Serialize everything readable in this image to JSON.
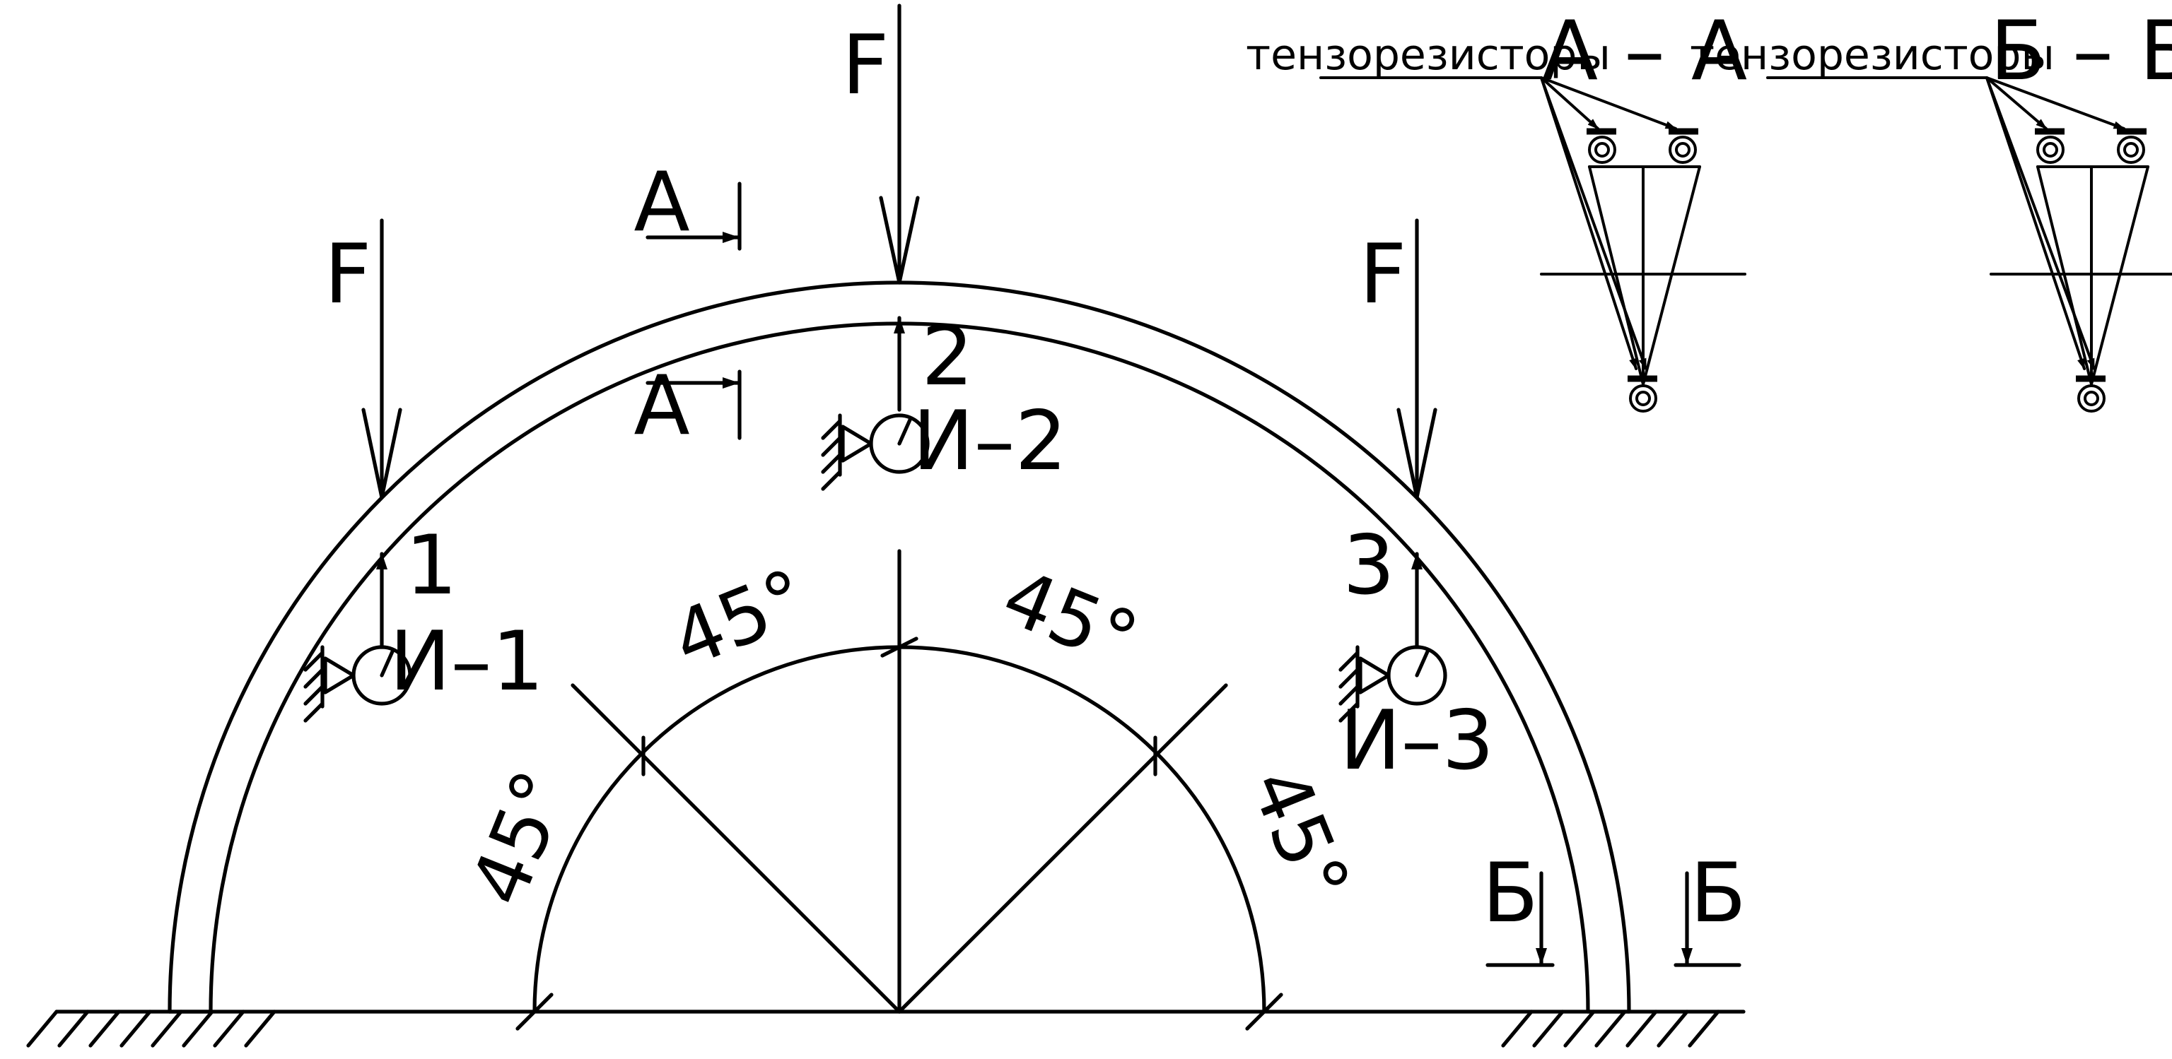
{
  "labels": {
    "force": "F",
    "section_a": "А",
    "section_b": "Б",
    "section_title_a": "А – А",
    "section_title_b": "Б – Б",
    "strain_gauges": "тензорезисторы",
    "angle": "45°",
    "point_1": "1",
    "point_2": "2",
    "point_3": "3",
    "indicator_1": "И–1",
    "indicator_2": "И–2",
    "indicator_3": "И–3"
  },
  "colors": {
    "stroke": "#000000",
    "background": "#ffffff"
  }
}
